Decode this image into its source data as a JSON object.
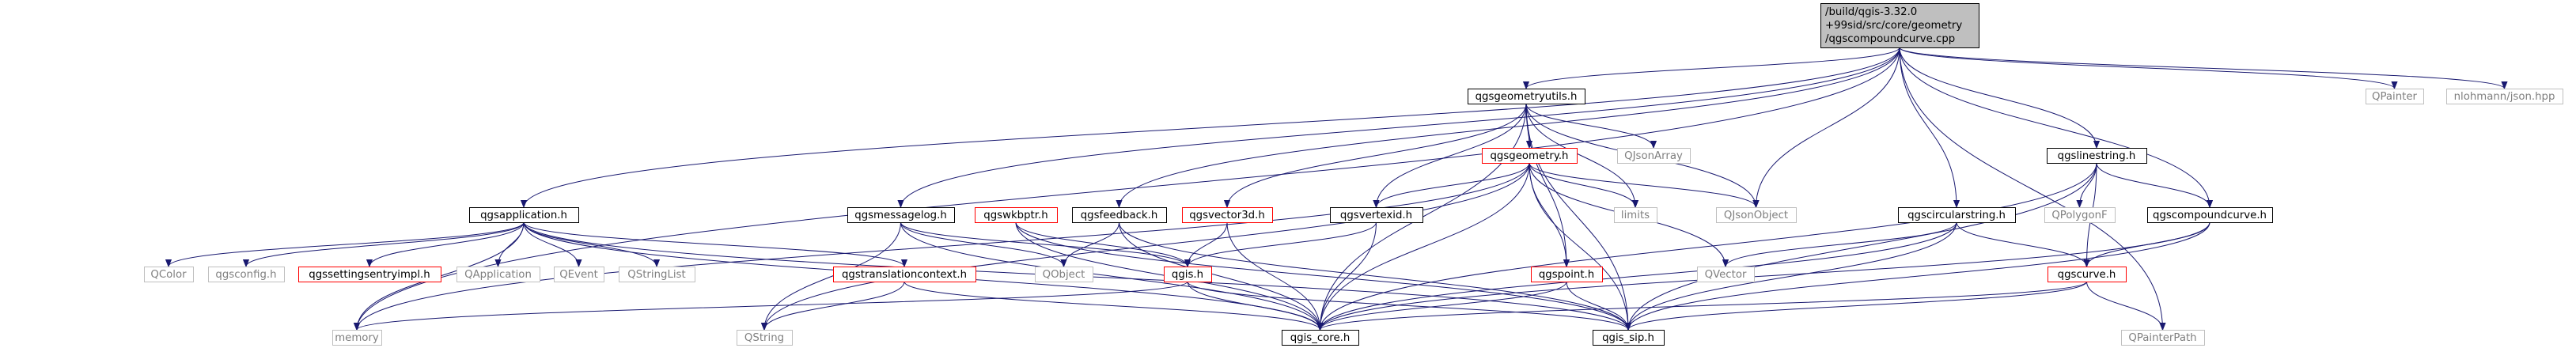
{
  "graph": {
    "root": "qgscompoundcurve.cpp",
    "root_label_lines": [
      "/build/qgis-3.32.0",
      "+99sid/src/core/geometry",
      "/qgscompoundcurve.cpp"
    ],
    "colors": {
      "root_fill": "#bfbfbf",
      "root_border": "#000000",
      "internal_border": "#000000",
      "missing_border": "#ff0000",
      "system_border": "#bfbfbf",
      "system_text": "#808080",
      "edge": "#191970"
    },
    "nodes": [
      {
        "id": "root",
        "label": "/build/qgis-3.32.0\n+99sid/src/core/geometry\n/qgscompoundcurve.cpp",
        "kind": "root"
      },
      {
        "id": "memory",
        "label": "memory",
        "kind": "system"
      },
      {
        "id": "qgsapplication_h",
        "label": "qgsapplication.h",
        "kind": "internal"
      },
      {
        "id": "qgsmessagelog_h",
        "label": "qgsmessagelog.h",
        "kind": "internal"
      },
      {
        "id": "qgsfeedback_h",
        "label": "qgsfeedback.h",
        "kind": "internal"
      },
      {
        "id": "qgsgeometryutils_h",
        "label": "qgsgeometryutils.h",
        "kind": "internal"
      },
      {
        "id": "QJsonObject",
        "label": "QJsonObject",
        "kind": "system"
      },
      {
        "id": "qgscircularstring_h",
        "label": "qgscircularstring.h",
        "kind": "internal"
      },
      {
        "id": "qgslinestring_h",
        "label": "qgslinestring.h",
        "kind": "internal"
      },
      {
        "id": "qgscompoundcurve_h",
        "label": "qgscompoundcurve.h",
        "kind": "internal"
      },
      {
        "id": "QPainter",
        "label": "QPainter",
        "kind": "system"
      },
      {
        "id": "nlohmann_json",
        "label": "nlohmann/json.hpp",
        "kind": "system"
      },
      {
        "id": "QPainterPath",
        "label": "QPainterPath",
        "kind": "system"
      },
      {
        "id": "QColor",
        "label": "QColor",
        "kind": "system"
      },
      {
        "id": "qgsconfig_h",
        "label": "qgsconfig.h",
        "kind": "system"
      },
      {
        "id": "qgssettingsentryimpl_h",
        "label": "qgssettingsentryimpl.h",
        "kind": "missing"
      },
      {
        "id": "QApplication",
        "label": "QApplication",
        "kind": "system"
      },
      {
        "id": "QEvent",
        "label": "QEvent",
        "kind": "system"
      },
      {
        "id": "QStringList",
        "label": "QStringList",
        "kind": "system"
      },
      {
        "id": "qgstranslationcontext_h",
        "label": "qgstranslationcontext.h",
        "kind": "missing"
      },
      {
        "id": "qgis_core_h",
        "label": "qgis_core.h",
        "kind": "internal"
      },
      {
        "id": "qgis_sip_h",
        "label": "qgis_sip.h",
        "kind": "internal"
      },
      {
        "id": "QString",
        "label": "QString",
        "kind": "system"
      },
      {
        "id": "QObject",
        "label": "QObject",
        "kind": "system"
      },
      {
        "id": "qgswkbptr_h",
        "label": "qgswkbptr.h",
        "kind": "missing"
      },
      {
        "id": "qgis_h",
        "label": "qgis.h",
        "kind": "missing"
      },
      {
        "id": "qgsvector3d_h",
        "label": "qgsvector3d.h",
        "kind": "missing"
      },
      {
        "id": "qgsvertexid_h",
        "label": "qgsvertexid.h",
        "kind": "internal"
      },
      {
        "id": "qgsgeometry_h",
        "label": "qgsgeometry.h",
        "kind": "missing"
      },
      {
        "id": "QJsonArray",
        "label": "QJsonArray",
        "kind": "system"
      },
      {
        "id": "limits",
        "label": "limits",
        "kind": "system"
      },
      {
        "id": "qgspoint_h",
        "label": "qgspoint.h",
        "kind": "missing"
      },
      {
        "id": "QVector",
        "label": "QVector",
        "kind": "system"
      },
      {
        "id": "QPolygonF",
        "label": "QPolygonF",
        "kind": "system"
      },
      {
        "id": "qgscurve_h",
        "label": "qgscurve.h",
        "kind": "missing"
      }
    ]
  }
}
